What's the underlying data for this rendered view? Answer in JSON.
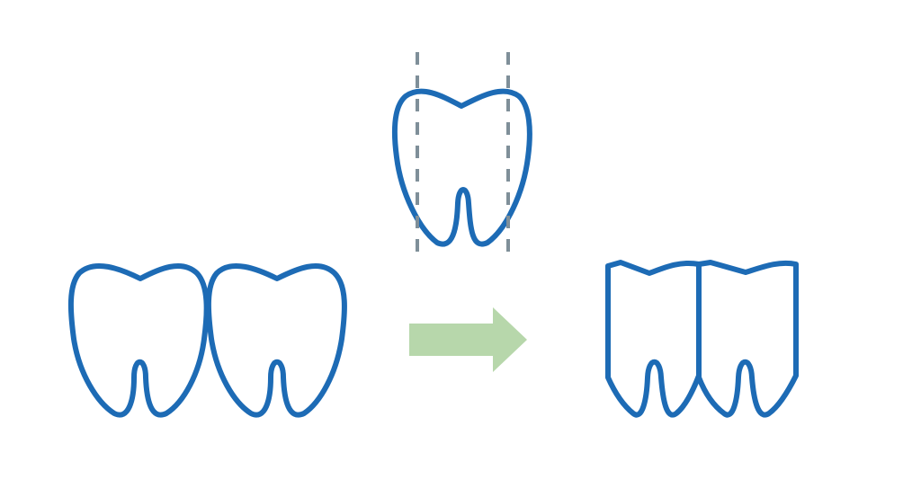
{
  "diagram": {
    "colors": {
      "tooth_outline": "#1d6bb5",
      "guide_line": "#7f8f99",
      "arrow_fill": "#b7d7ab",
      "background": "#ffffff"
    },
    "icons": {
      "reference_tooth": "tooth-icon",
      "before_teeth": "tooth-icon",
      "arrow": "arrow-right-icon",
      "after_teeth": "trimmed-tooth-icon"
    },
    "sections": {
      "reference": {
        "tooth_count": 1,
        "guides_count": 2
      },
      "before": {
        "tooth_count": 2
      },
      "after": {
        "tooth_count": 2
      }
    }
  }
}
